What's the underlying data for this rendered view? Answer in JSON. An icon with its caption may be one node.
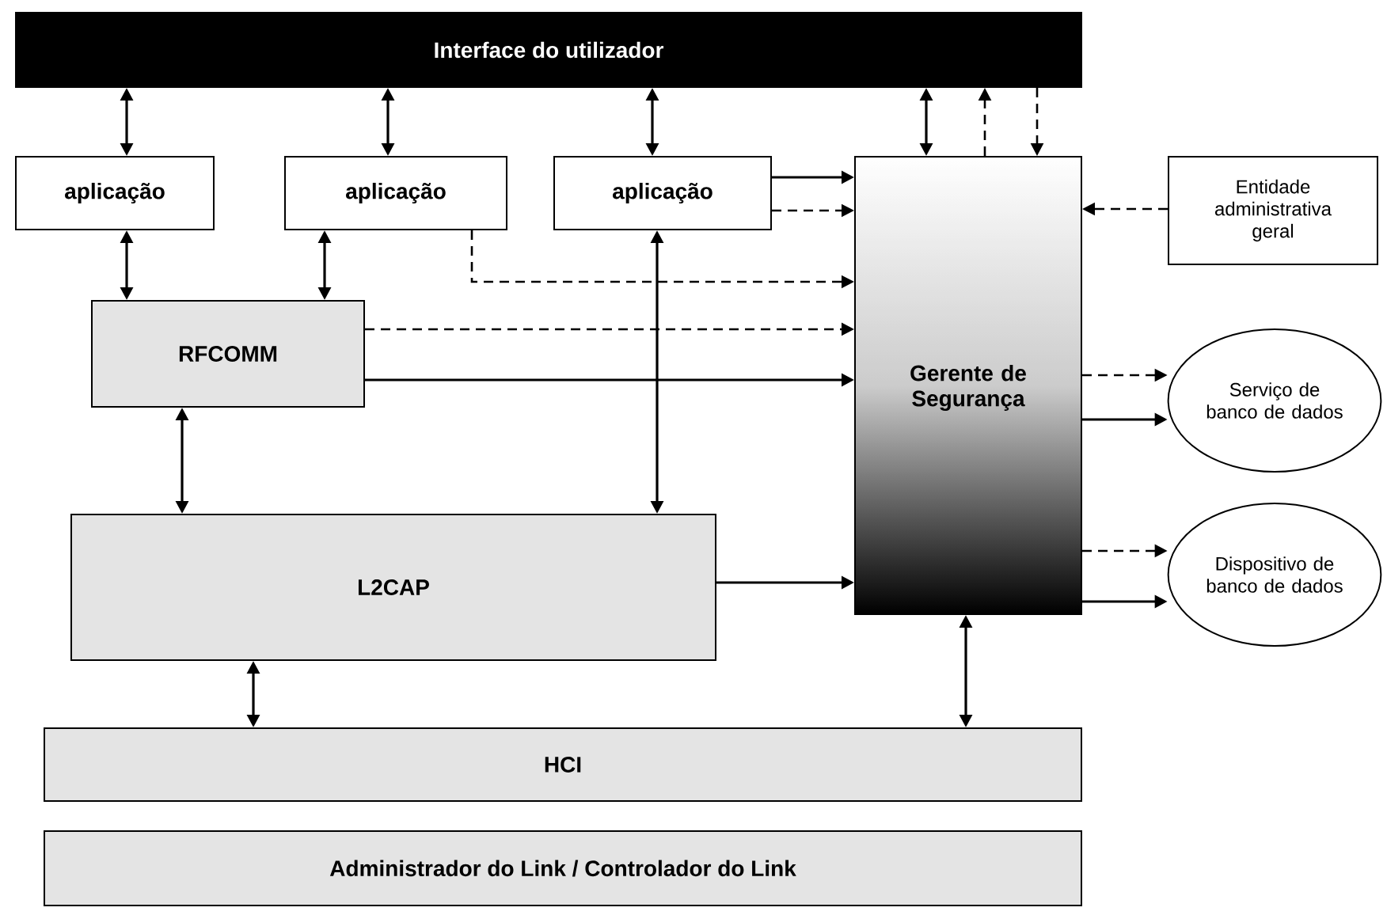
{
  "diagram": {
    "nodes": [
      {
        "text": [
          "Interface do utilizador"
        ]
      },
      {
        "text": [
          "aplicação"
        ]
      },
      {
        "text": [
          "aplicação"
        ]
      },
      {
        "text": [
          "aplicação"
        ]
      },
      {
        "text": [
          "Gerente de Segurança"
        ]
      },
      {
        "text": [
          "Entidade administrativa geral"
        ]
      },
      {
        "text": [
          "RFCOMM"
        ]
      },
      {
        "text": [
          "L2CAP"
        ]
      },
      {
        "text": [
          "Serviço de banco de dados"
        ]
      },
      {
        "text": [
          "Dispositivo de banco de dados"
        ]
      },
      {
        "text": [
          "HCI"
        ]
      },
      {
        "text": [
          "Administrador do Link / Controlador do Link"
        ]
      }
    ],
    "edges": [
      {
        "from": 0,
        "to": 1,
        "arrow": "both"
      },
      {
        "from": 0,
        "to": 2,
        "arrow": "both"
      },
      {
        "from": 0,
        "to": 3,
        "arrow": "both"
      },
      {
        "from": 0,
        "to": 4,
        "arrow": "both"
      },
      {
        "from": 4,
        "to": 0,
        "arrow": "to",
        "style": "dashed"
      },
      {
        "from": 0,
        "to": 4,
        "arrow": "to",
        "style": "dashed"
      },
      {
        "from": 1,
        "to": 6,
        "arrow": "both"
      },
      {
        "from": 2,
        "to": 6,
        "arrow": "both"
      },
      {
        "from": 3,
        "to": 7,
        "arrow": "both"
      },
      {
        "from": 3,
        "to": 4,
        "arrow": "to"
      },
      {
        "from": 3,
        "to": 4,
        "arrow": "to",
        "style": "dashed"
      },
      {
        "from": 2,
        "to": 4,
        "arrow": "to",
        "style": "dashed"
      },
      {
        "from": 6,
        "to": 4,
        "arrow": "to",
        "style": "dashed"
      },
      {
        "from": 6,
        "to": 4,
        "arrow": "to"
      },
      {
        "from": 6,
        "to": 7,
        "arrow": "both"
      },
      {
        "from": 7,
        "to": 4,
        "arrow": "to"
      },
      {
        "from": 5,
        "to": 4,
        "arrow": "to",
        "style": "dashed"
      },
      {
        "from": 4,
        "to": 8,
        "arrow": "to",
        "style": "dashed"
      },
      {
        "from": 4,
        "to": 8,
        "arrow": "to"
      },
      {
        "from": 4,
        "to": 9,
        "arrow": "to",
        "style": "dashed"
      },
      {
        "from": 4,
        "to": 9,
        "arrow": "to"
      },
      {
        "from": 7,
        "to": 10,
        "arrow": "both"
      },
      {
        "from": 4,
        "to": 10,
        "arrow": "both"
      }
    ]
  }
}
